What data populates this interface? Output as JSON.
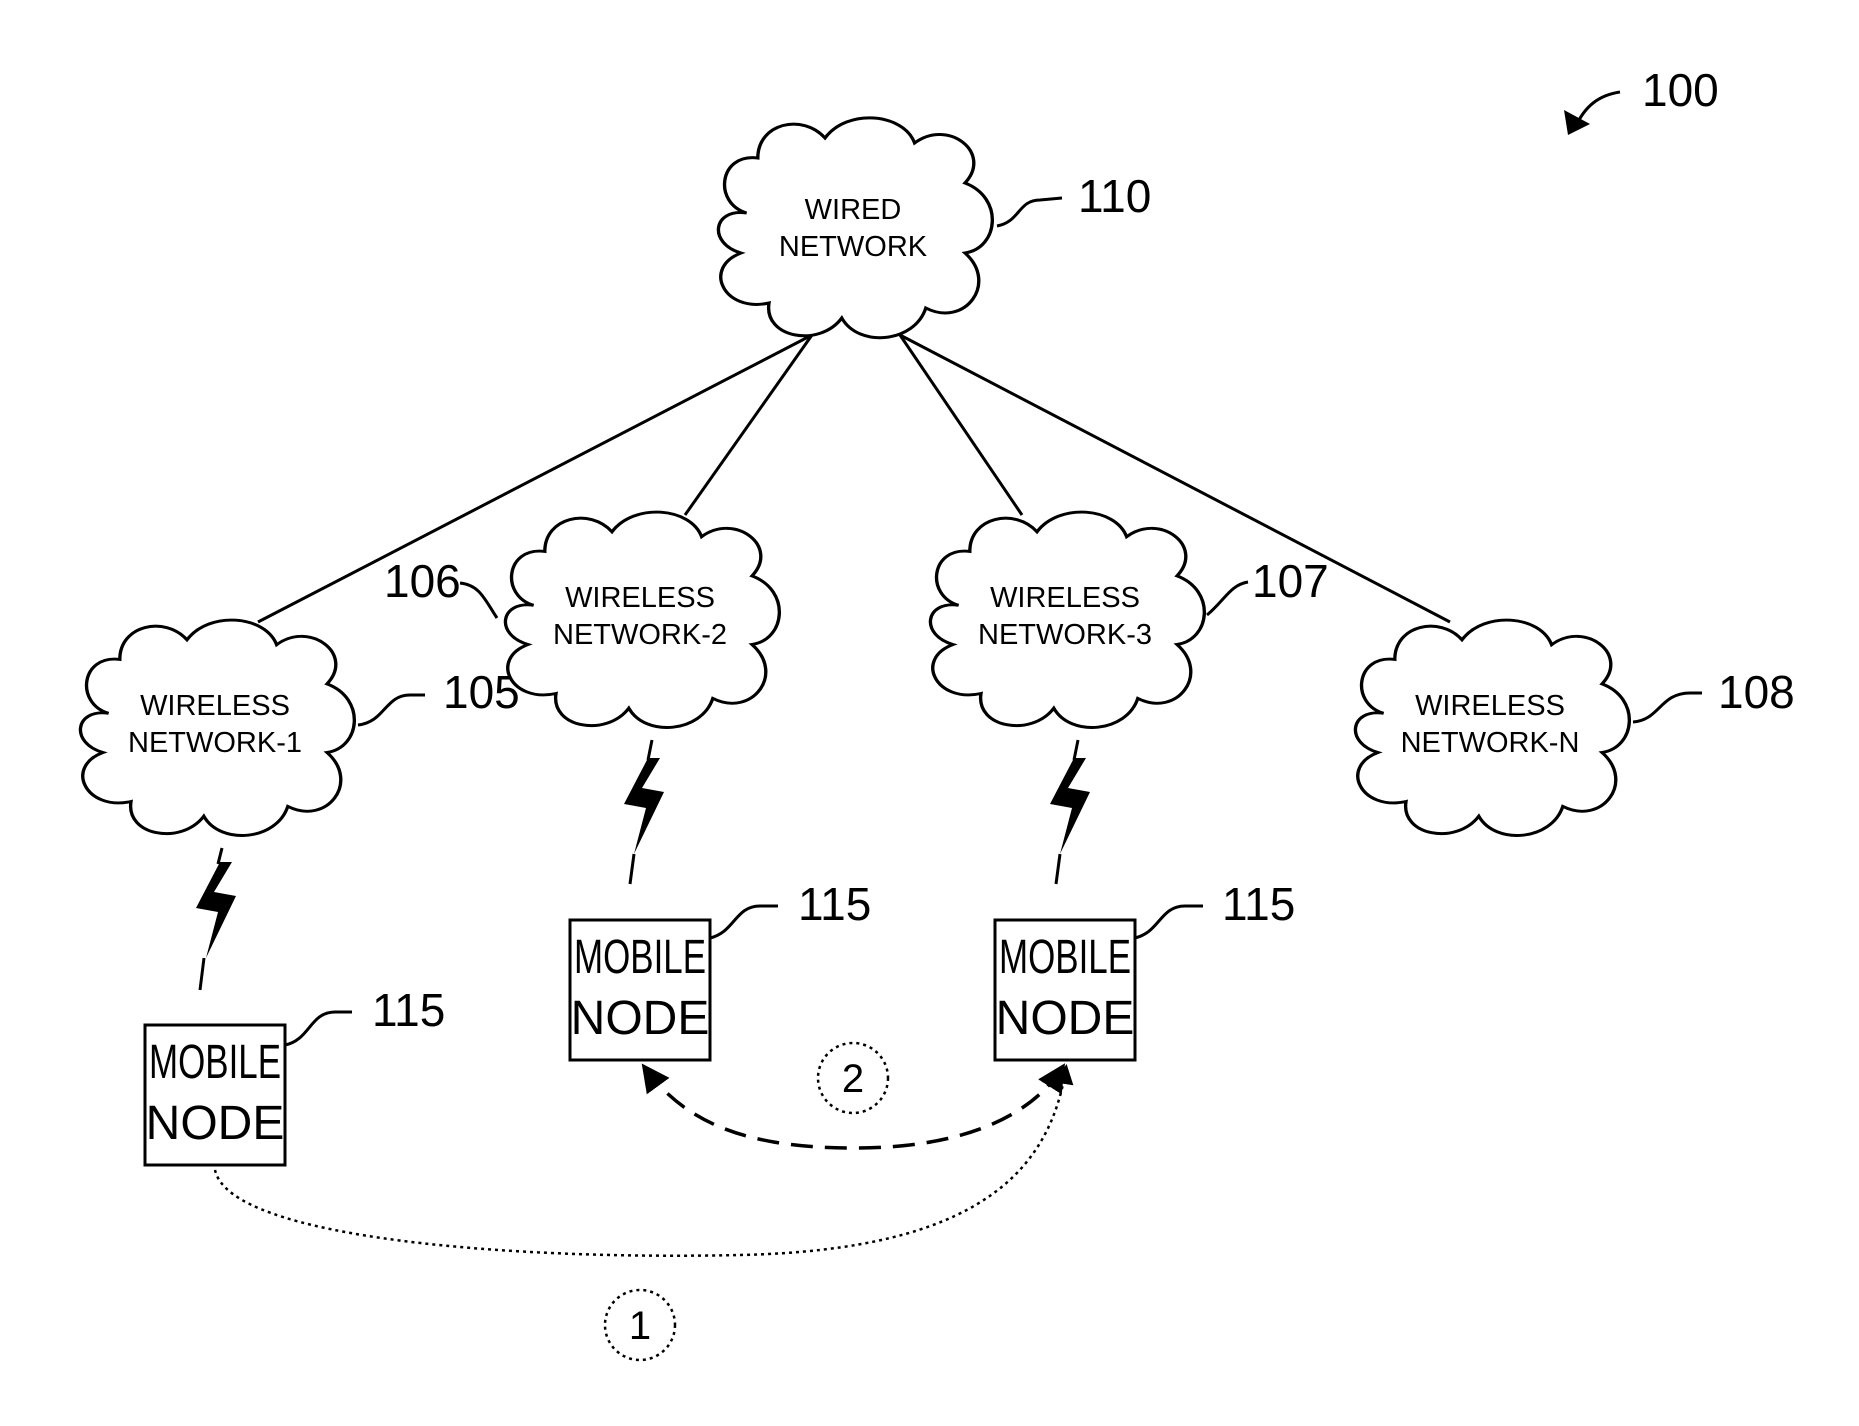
{
  "figure_ref": "100",
  "wired_network": {
    "line1": "WIRED",
    "line2": "NETWORK",
    "ref": "110"
  },
  "wireless_networks": [
    {
      "line1": "WIRELESS",
      "line2": "NETWORK-1",
      "ref": "105"
    },
    {
      "line1": "WIRELESS",
      "line2": "NETWORK-2",
      "ref": "106"
    },
    {
      "line1": "WIRELESS",
      "line2": "NETWORK-3",
      "ref": "107"
    },
    {
      "line1": "WIRELESS",
      "line2": "NETWORK-N",
      "ref": "108"
    }
  ],
  "mobile_nodes": [
    {
      "line1": "MOBILE",
      "line2": "NODE",
      "ref": "115"
    },
    {
      "line1": "MOBILE",
      "line2": "NODE",
      "ref": "115"
    },
    {
      "line1": "MOBILE",
      "line2": "NODE",
      "ref": "115"
    }
  ],
  "steps": [
    {
      "label": "1",
      "style": "dotted"
    },
    {
      "label": "2",
      "style": "dashed"
    }
  ]
}
